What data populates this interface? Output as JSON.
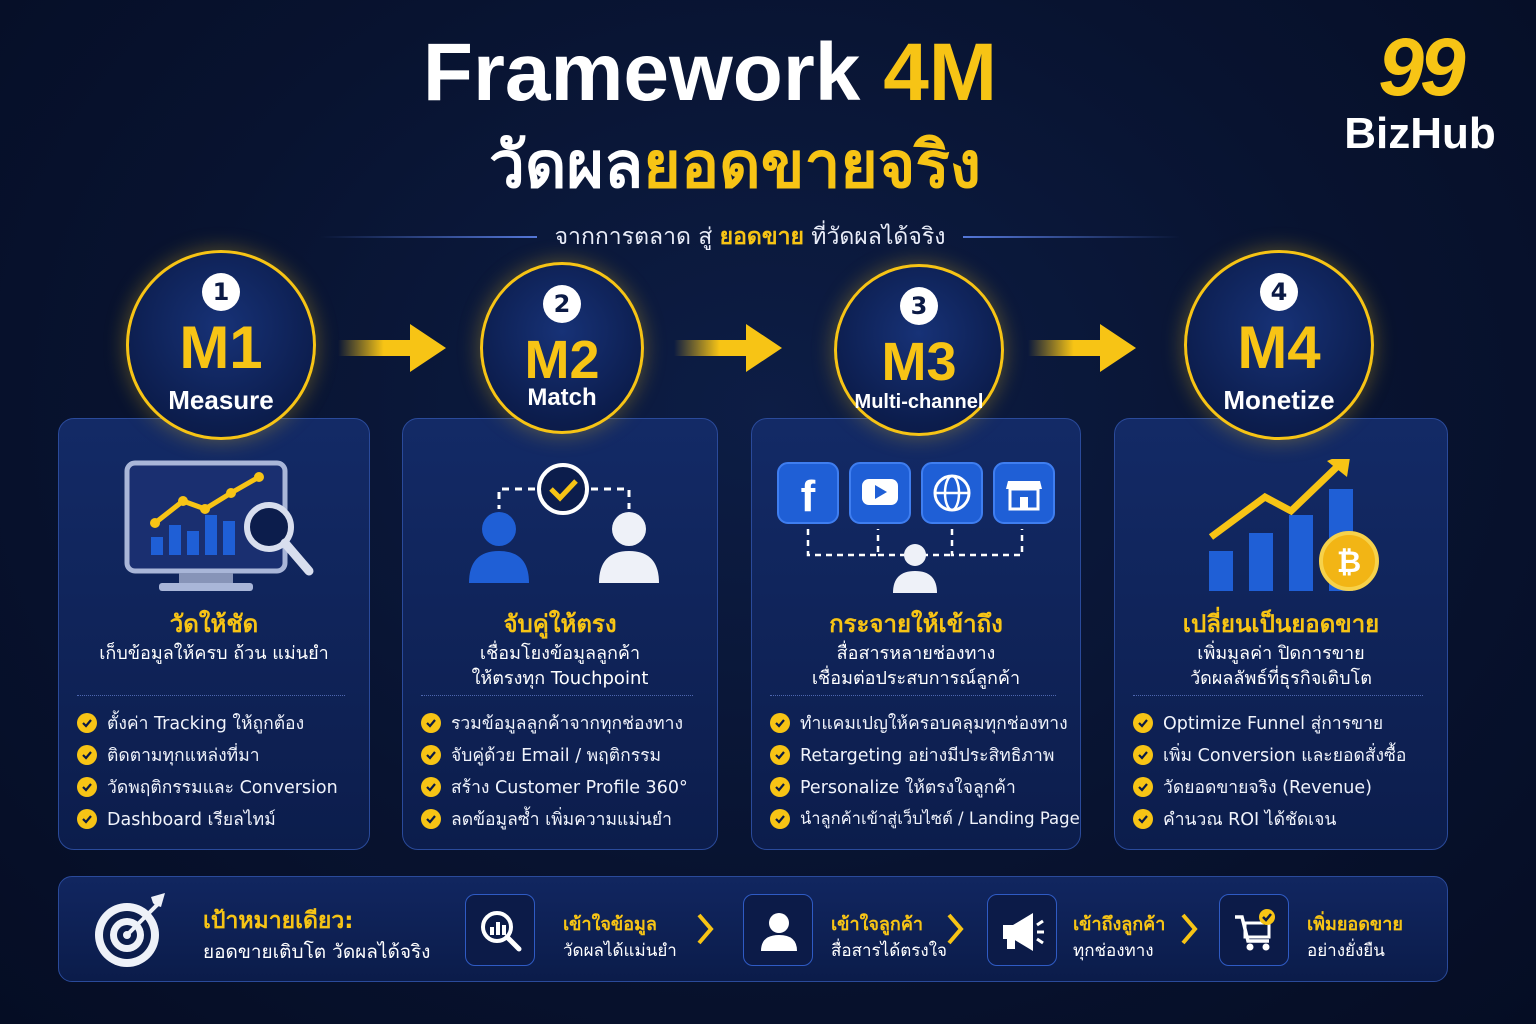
{
  "header": {
    "title_part1": "Framework ",
    "title_part2": "4M",
    "subtitle_part1": "วัดผล",
    "subtitle_part2": "ยอดขายจริง",
    "tagline_part1": "จากการตลาด สู่ ",
    "tagline_part2": "ยอดขาย",
    "tagline_part3": " ที่วัดผลได้จริง"
  },
  "logo": {
    "number": "99",
    "name": "BizHub"
  },
  "steps": [
    {
      "number": "1",
      "code": "M1",
      "name": "Measure",
      "title": "วัดให้ชัด",
      "desc": [
        "เก็บข้อมูลให้ครบ ถ้วน แม่นยำ"
      ],
      "items": [
        "ตั้งค่า Tracking ให้ถูกต้อง",
        "ติดตามทุกแหล่งที่มา",
        "วัดพฤติกรรมและ Conversion",
        "Dashboard เรียลไทม์"
      ],
      "icon": "monitor-analytics-icon"
    },
    {
      "number": "2",
      "code": "M2",
      "name": "Match",
      "title": "จับคู่ให้ตรง",
      "desc": [
        "เชื่อมโยงข้อมูลลูกค้า",
        "ให้ตรงทุก Touchpoint"
      ],
      "items": [
        "รวมข้อมูลลูกค้าจากทุกช่องทาง",
        "จับคู่ด้วย Email / พฤติกรรม",
        "สร้าง Customer Profile 360°",
        "ลดข้อมูลซ้ำ เพิ่มความแม่นยำ"
      ],
      "icon": "match-users-icon"
    },
    {
      "number": "3",
      "code": "M3",
      "name": "Multi-channel",
      "title": "กระจายให้เข้าถึง",
      "desc": [
        "สื่อสารหลายช่องทาง",
        "เชื่อมต่อประสบการณ์ลูกค้า"
      ],
      "items": [
        "ทำแคมเปญให้ครอบคลุมทุกช่องทาง",
        "Retargeting อย่างมีประสิทธิภาพ",
        "Personalize ให้ตรงใจลูกค้า",
        "นำลูกค้าเข้าสู่เว็บไซต์ / Landing Page"
      ],
      "icon": "channels-icon"
    },
    {
      "number": "4",
      "code": "M4",
      "name": "Monetize",
      "title": "เปลี่ยนเป็นยอดขาย",
      "desc": [
        "เพิ่มมูลค่า ปิดการขาย",
        "วัดผลลัพธ์ที่ธุรกิจเติบโต"
      ],
      "items": [
        "Optimize Funnel สู่การขาย",
        "เพิ่ม Conversion และยอดสั่งซื้อ",
        "วัดยอดขายจริง (Revenue)",
        "คำนวณ ROI ได้ชัดเจน"
      ],
      "icon": "growth-chart-coin-icon"
    }
  ],
  "goal": {
    "title": "เป้าหมายเดียว:",
    "subtitle": "ยอดขายเติบโต วัดผลได้จริง",
    "flow": [
      {
        "title": "เข้าใจข้อมูล",
        "subtitle": "วัดผลได้แม่นยำ",
        "icon": "analytics-search-icon"
      },
      {
        "title": "เข้าใจลูกค้า",
        "subtitle": "สื่อสารได้ตรงใจ",
        "icon": "user-icon"
      },
      {
        "title": "เข้าถึงลูกค้า",
        "subtitle": "ทุกช่องทาง",
        "icon": "megaphone-icon"
      },
      {
        "title": "เพิ่มยอดขาย",
        "subtitle": "อย่างยั่งยืน",
        "icon": "cart-check-icon"
      }
    ]
  },
  "colors": {
    "accent": "#f7c415",
    "background": "#081330",
    "card": "#132a66",
    "icon_blue": "#1f5fd6"
  }
}
